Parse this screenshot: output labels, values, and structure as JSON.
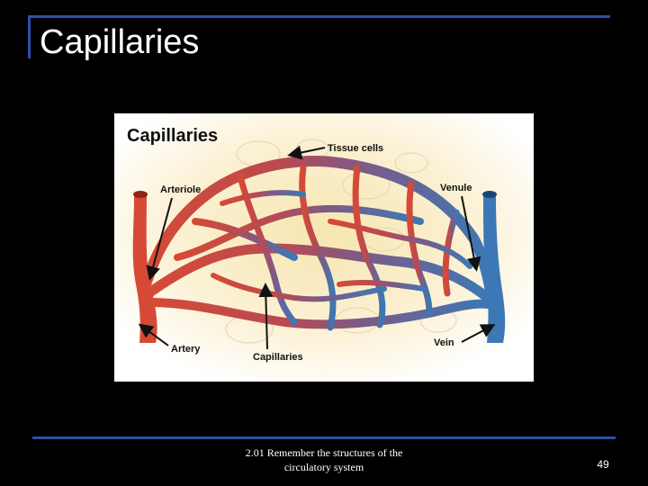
{
  "slide": {
    "title": "Capillaries",
    "footer": "2.01 Remember the structures of the circulatory system",
    "page_number": "49"
  },
  "figure": {
    "title": "Capillaries",
    "labels": {
      "tissue_cells": "Tissue cells",
      "arteriole": "Arteriole",
      "venule": "Venule",
      "artery": "Artery",
      "capillaries": "Capillaries",
      "vein": "Vein"
    },
    "colors": {
      "arterial": "#d64a35",
      "venous": "#3b78b5",
      "background": "#fdf8e8",
      "accent_rule": "#2f4fa8"
    }
  }
}
